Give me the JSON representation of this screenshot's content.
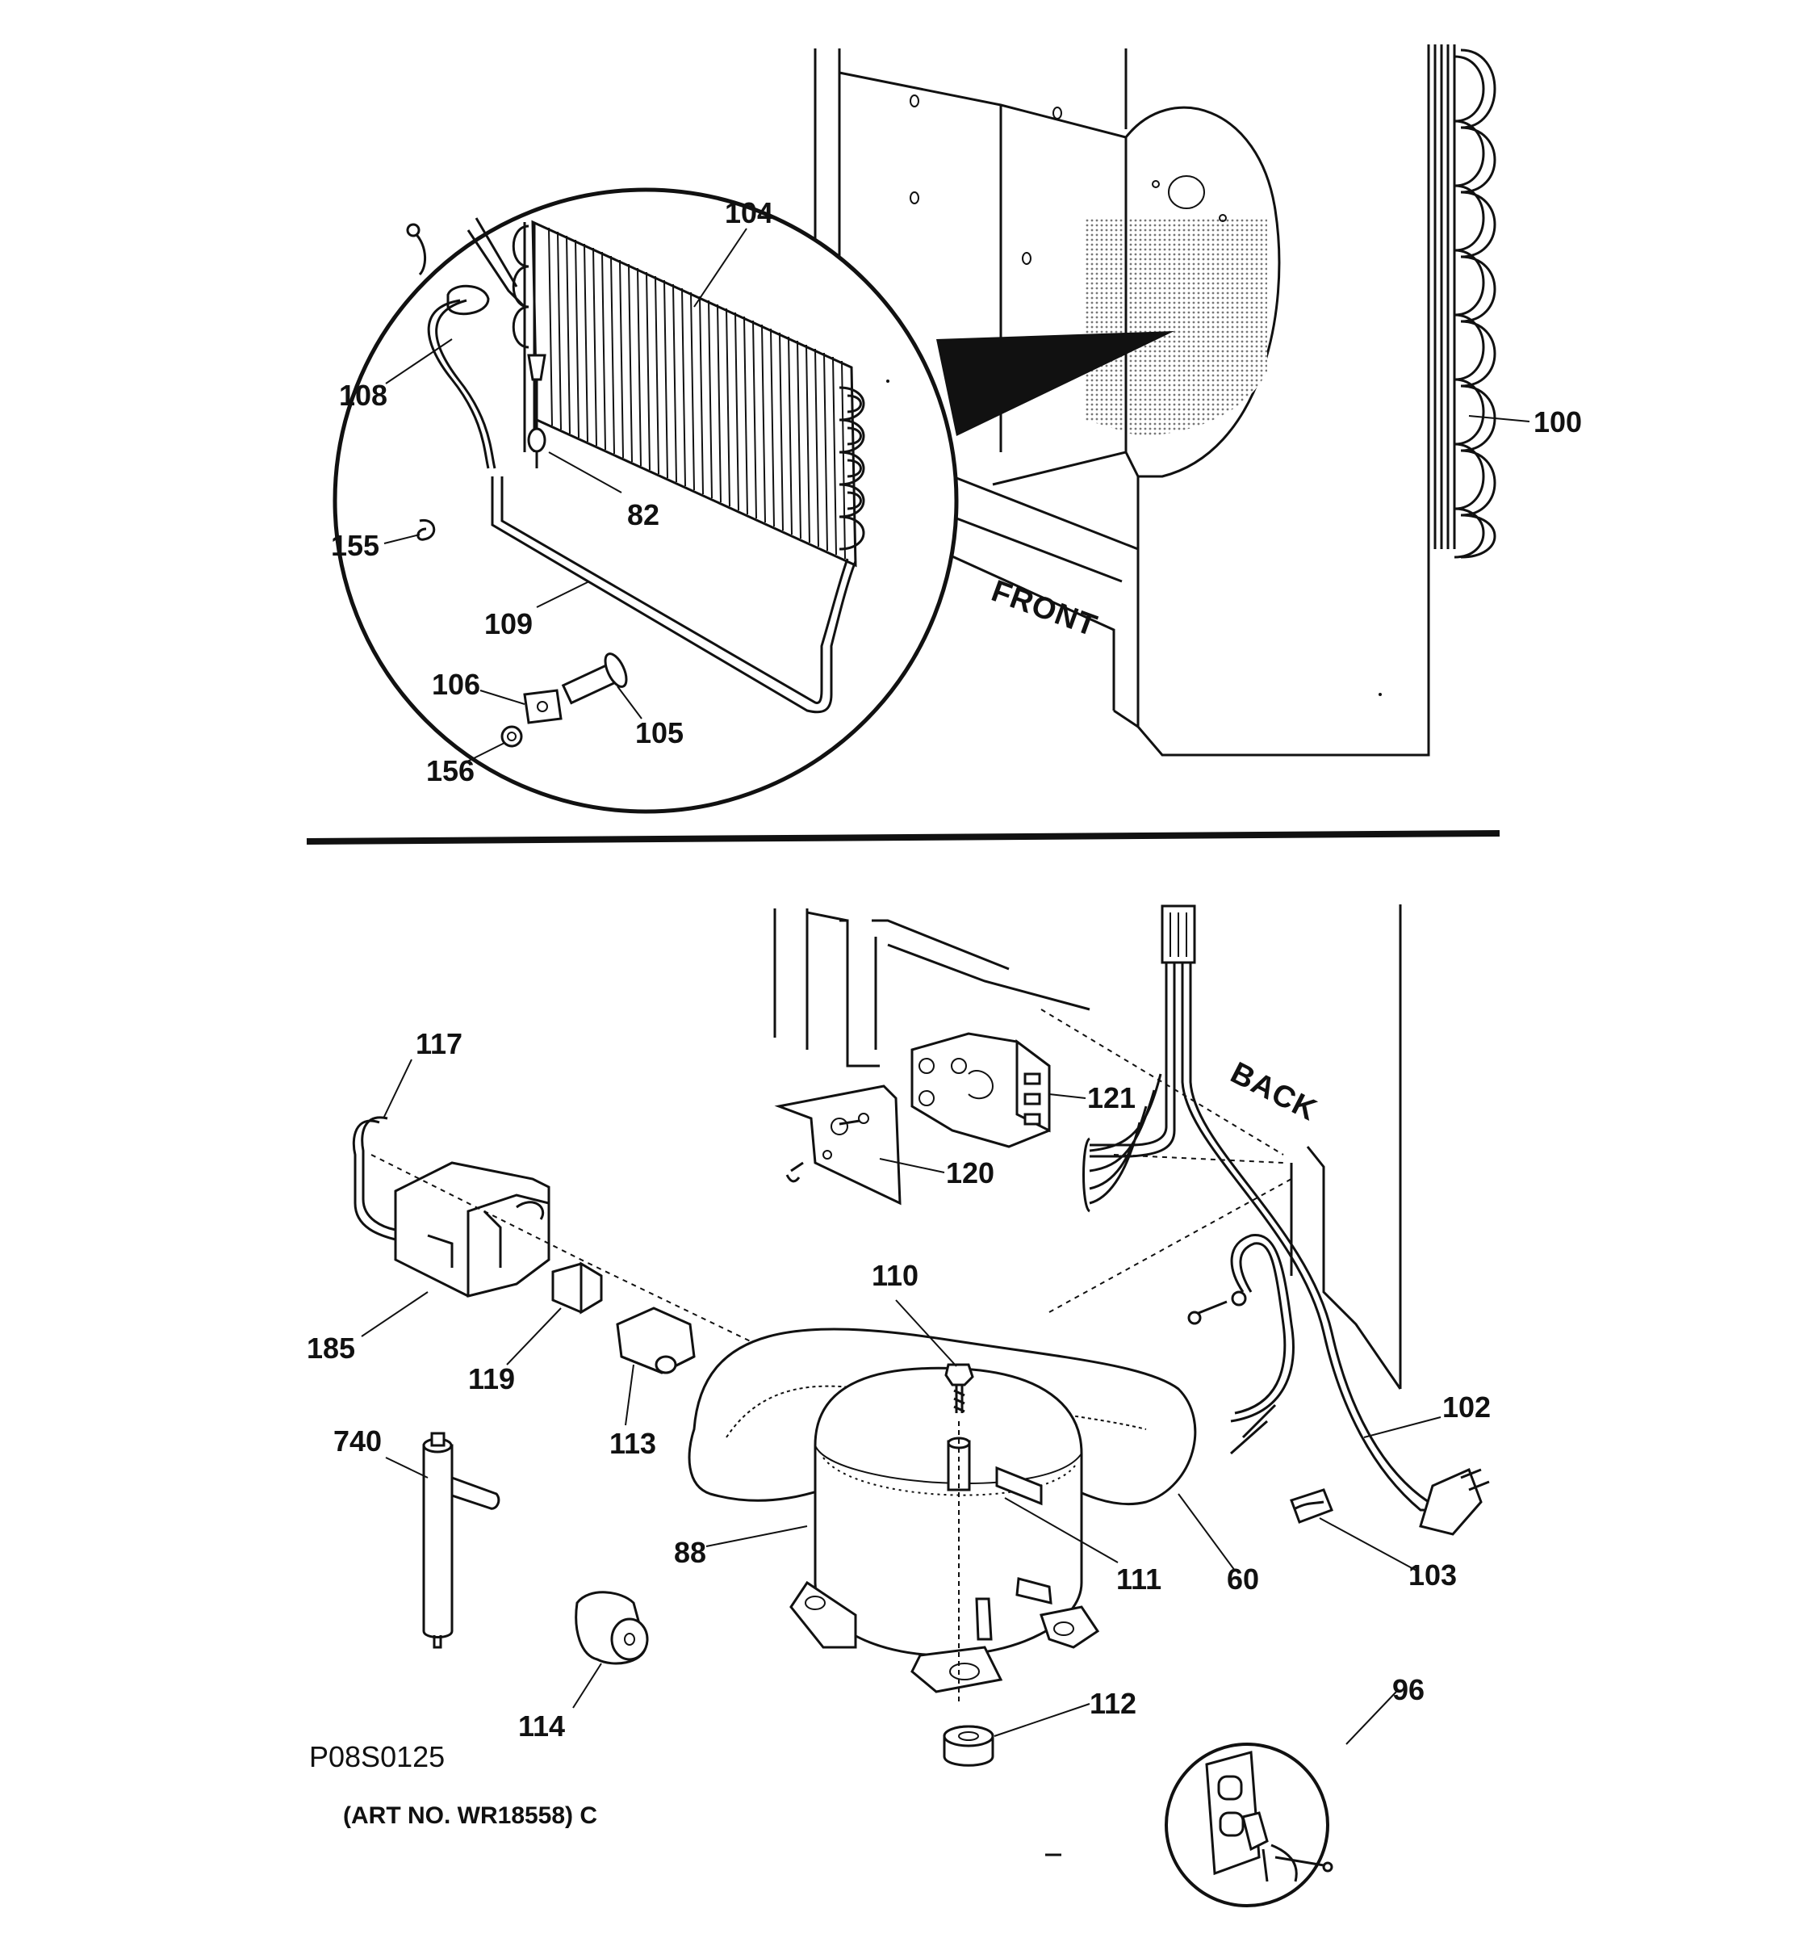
{
  "diagram": {
    "orientation_labels": {
      "front": "FRONT",
      "back": "BACK"
    },
    "part_numbers": {
      "p104": "104",
      "p108": "108",
      "p82": "82",
      "p155": "155",
      "p109": "109",
      "p106": "106",
      "p105": "105",
      "p156": "156",
      "p100": "100",
      "p117": "117",
      "p121": "121",
      "p120": "120",
      "p185": "185",
      "p119": "119",
      "p110": "110",
      "p113": "113",
      "p102": "102",
      "p740": "740",
      "p88": "88",
      "p111": "111",
      "p60": "60",
      "p103": "103",
      "p114": "114",
      "p112": "112",
      "p96": "96"
    },
    "figure_id": "P08S0125",
    "art_number": "(ART NO. WR18558) C"
  }
}
